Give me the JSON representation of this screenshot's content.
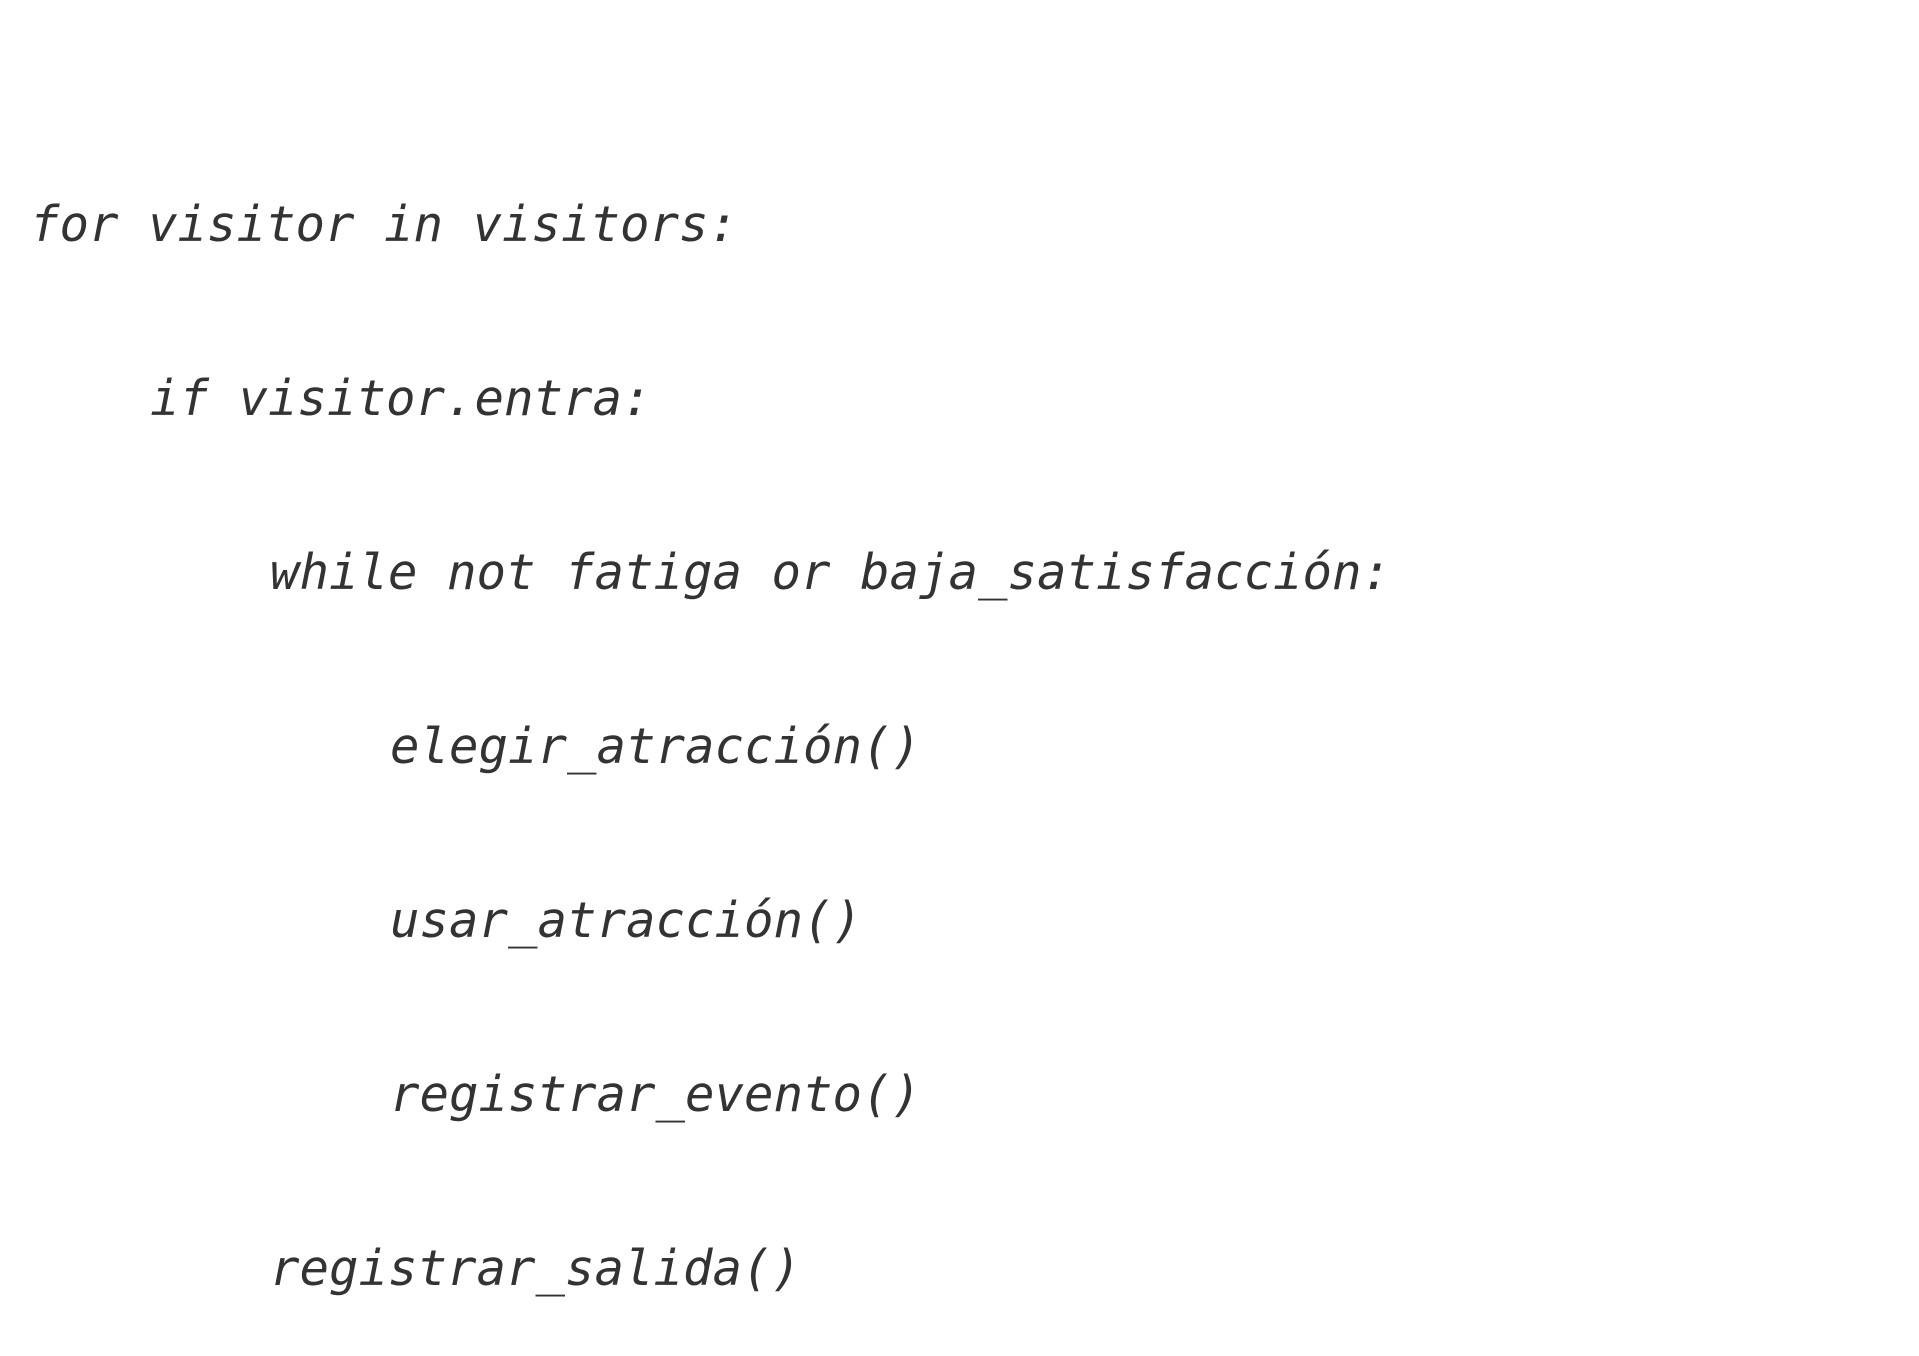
{
  "code": {
    "lines": [
      "for visitor in visitors:",
      "if visitor.entra:",
      "while not fatiga or baja_satisfacción:",
      "elegir_atracción()",
      "usar_atracción()",
      "registrar_evento()",
      "registrar_salida()"
    ]
  }
}
